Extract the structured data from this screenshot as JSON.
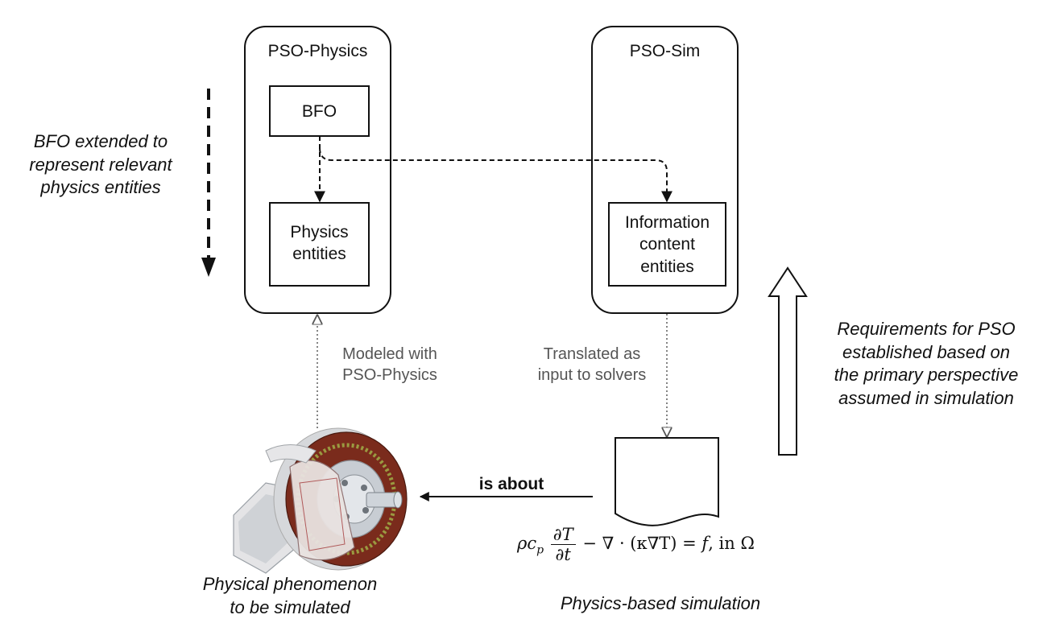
{
  "pso_physics": {
    "title": "PSO-Physics",
    "bfo": "BFO",
    "entities": [
      "Physics",
      "entities"
    ]
  },
  "pso_sim": {
    "title": "PSO-Sim",
    "ice": [
      "Information",
      "content",
      "entities"
    ]
  },
  "left_note": [
    "BFO extended to",
    "represent relevant",
    "physics entities"
  ],
  "right_note": [
    "Requirements for PSO",
    "established based on",
    "the primary perspective",
    "assumed in simulation"
  ],
  "modeled": [
    "Modeled with",
    "PSO-Physics"
  ],
  "translated": [
    "Translated as",
    "input to solvers"
  ],
  "is_about": "is about",
  "phenomenon": [
    "Physical phenomenon",
    "to be simulated"
  ],
  "simulation": "Physics-based simulation",
  "equation": {
    "rho_cp": "ρc",
    "p": "p",
    "num": "∂T",
    "den": "∂t",
    "rest": " − ∇ · (κ∇T) = ",
    "f": "f",
    "tail": ",  in Ω"
  },
  "colors": {
    "brake_disc": "#7a2b1c",
    "caliper": "#d9d4d0",
    "hub": "#c8cdd3"
  }
}
